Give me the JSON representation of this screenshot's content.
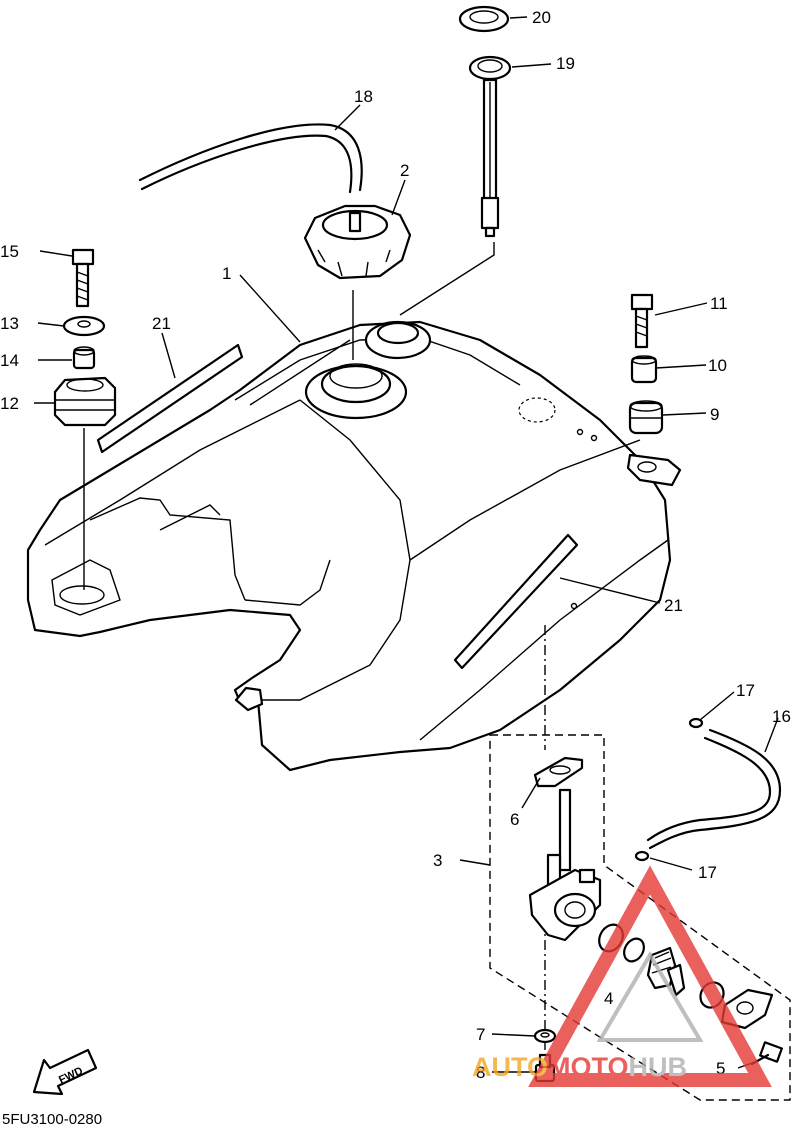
{
  "diagram_code": "5FU3100-0280",
  "fwd_label": "FWD",
  "watermark": {
    "text_part1": "AUTO",
    "text_part2": "MOTO",
    "text_part3": "HUB",
    "color_orange": "#f5a623",
    "color_red": "#e53935",
    "color_grey": "#b0b0b0"
  },
  "callouts": [
    {
      "id": "c1",
      "text": "1"
    },
    {
      "id": "c2",
      "text": "2"
    },
    {
      "id": "c3",
      "text": "3"
    },
    {
      "id": "c4",
      "text": "4"
    },
    {
      "id": "c5",
      "text": "5"
    },
    {
      "id": "c6",
      "text": "6"
    },
    {
      "id": "c7",
      "text": "7"
    },
    {
      "id": "c8",
      "text": "8"
    },
    {
      "id": "c9",
      "text": "9"
    },
    {
      "id": "c10",
      "text": "10"
    },
    {
      "id": "c11",
      "text": "11"
    },
    {
      "id": "c12",
      "text": "12"
    },
    {
      "id": "c13",
      "text": "13"
    },
    {
      "id": "c14",
      "text": "14"
    },
    {
      "id": "c15",
      "text": "15"
    },
    {
      "id": "c16",
      "text": "16"
    },
    {
      "id": "c17a",
      "text": "17"
    },
    {
      "id": "c17b",
      "text": "17"
    },
    {
      "id": "c18",
      "text": "18"
    },
    {
      "id": "c19",
      "text": "19"
    },
    {
      "id": "c20",
      "text": "20"
    },
    {
      "id": "c21a",
      "text": "21"
    },
    {
      "id": "c21b",
      "text": "21"
    }
  ]
}
